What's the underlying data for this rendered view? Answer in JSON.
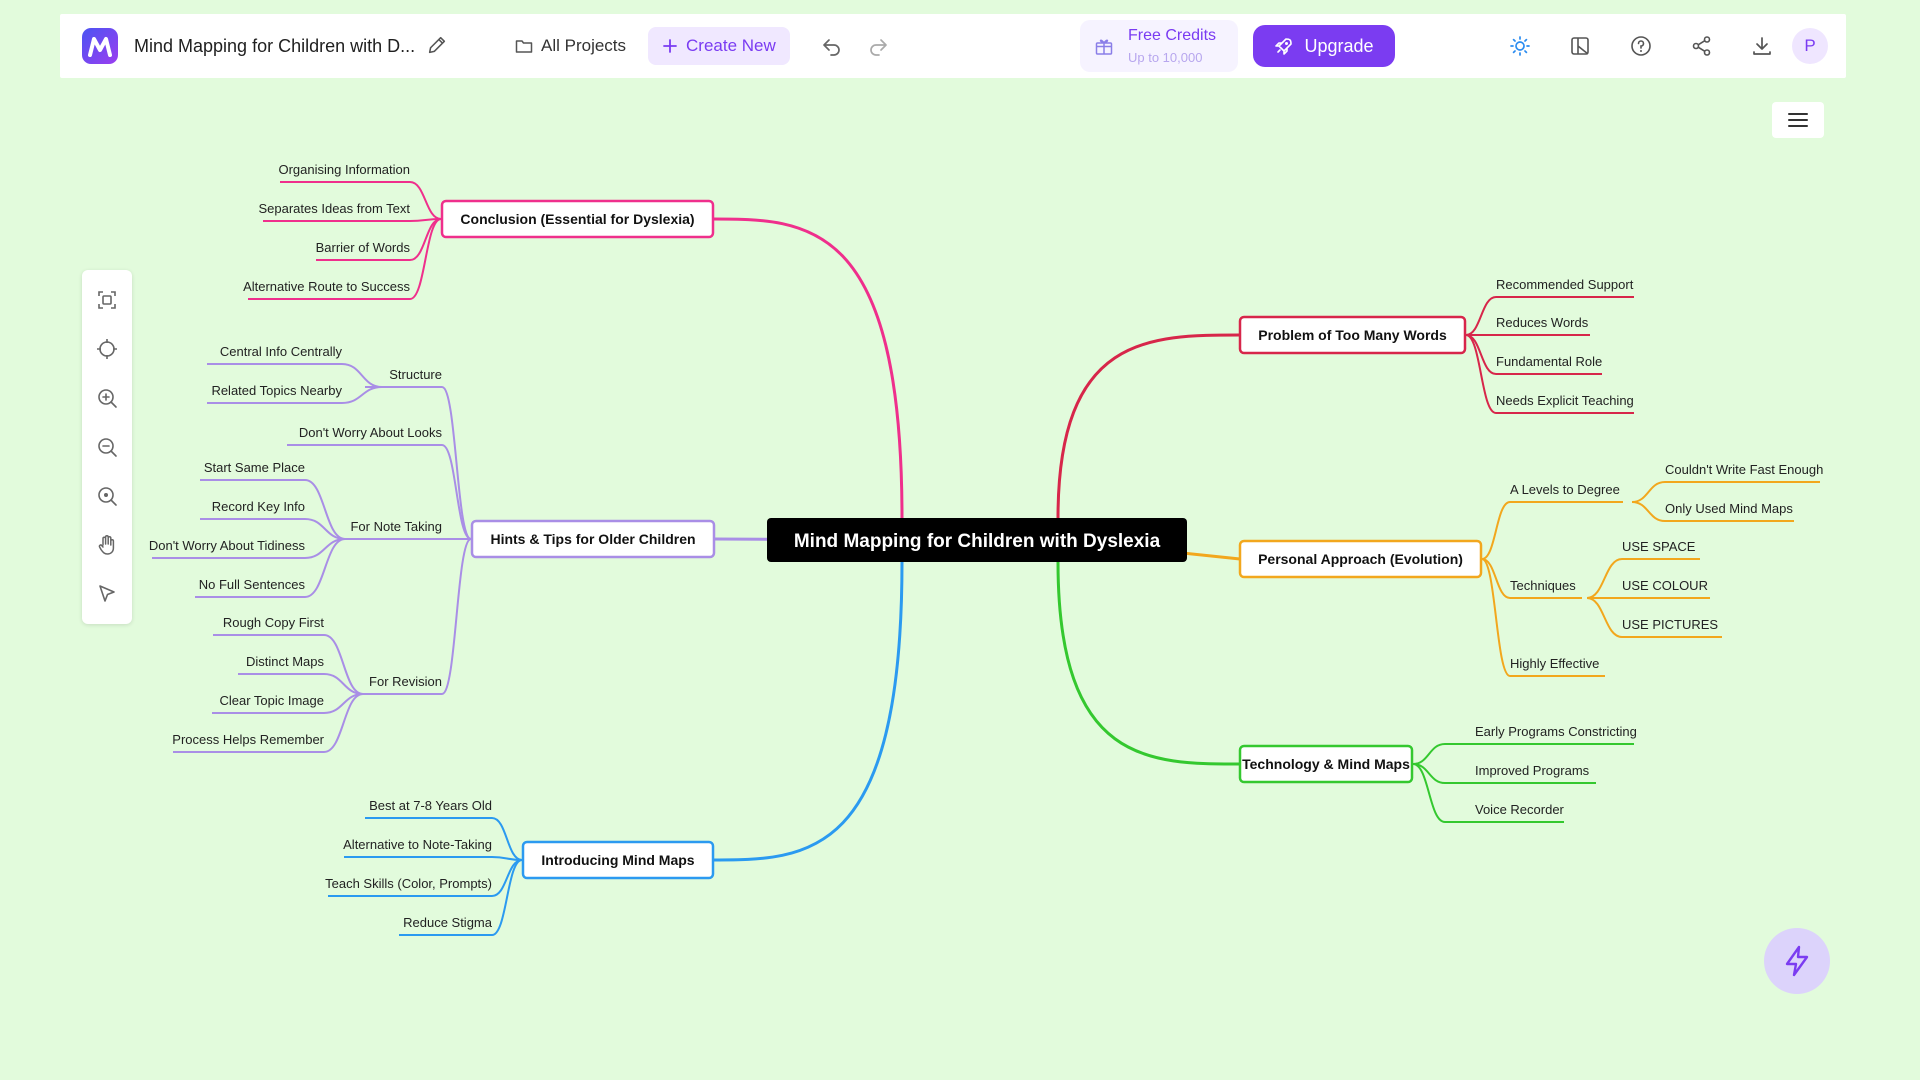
{
  "header": {
    "doc_title": "Mind Mapping for Children with D...",
    "all_projects": "All Projects",
    "create_new": "Create New",
    "credits_title": "Free Credits",
    "credits_sub": "Up to 10,000",
    "upgrade": "Upgrade",
    "avatar_initial": "P"
  },
  "colors": {
    "accent": "#7b3cf1",
    "background": "#e2fbdc",
    "branch_conclusion": "#ef2f8c",
    "branch_hints": "#a98ee6",
    "branch_intro": "#2b9af0",
    "branch_problem": "#d7264a",
    "branch_personal": "#f2a71d",
    "branch_technology": "#34c82f"
  },
  "mindmap": {
    "root": "Mind Mapping for Children with Dyslexia",
    "branches": [
      {
        "id": "conclusion",
        "label": "Conclusion (Essential for Dyslexia)",
        "color": "#ef2f8c",
        "children": [
          {
            "label": "Organising Information"
          },
          {
            "label": "Separates Ideas from Text"
          },
          {
            "label": "Barrier of Words"
          },
          {
            "label": "Alternative Route to Success"
          }
        ]
      },
      {
        "id": "hints",
        "label": "Hints & Tips for Older Children",
        "color": "#a98ee6",
        "children": [
          {
            "label": "Structure",
            "children": [
              {
                "label": "Central Info Centrally"
              },
              {
                "label": "Related Topics Nearby"
              }
            ]
          },
          {
            "label": "Don't Worry About Looks"
          },
          {
            "label": "For Note Taking",
            "children": [
              {
                "label": "Start Same Place"
              },
              {
                "label": "Record Key Info"
              },
              {
                "label": "Don't Worry About Tidiness"
              },
              {
                "label": "No Full Sentences"
              }
            ]
          },
          {
            "label": "For Revision",
            "children": [
              {
                "label": "Rough Copy First"
              },
              {
                "label": "Distinct Maps"
              },
              {
                "label": "Clear Topic Image"
              },
              {
                "label": "Process Helps Remember"
              }
            ]
          }
        ]
      },
      {
        "id": "intro",
        "label": "Introducing Mind Maps",
        "color": "#2b9af0",
        "children": [
          {
            "label": "Best at 7-8 Years Old"
          },
          {
            "label": "Alternative to Note-Taking"
          },
          {
            "label": "Teach Skills (Color, Prompts)"
          },
          {
            "label": "Reduce Stigma"
          }
        ]
      },
      {
        "id": "problem",
        "label": "Problem of Too Many Words",
        "color": "#d7264a",
        "children": [
          {
            "label": "Recommended Support"
          },
          {
            "label": "Reduces Words"
          },
          {
            "label": "Fundamental Role"
          },
          {
            "label": "Needs Explicit Teaching"
          }
        ]
      },
      {
        "id": "personal",
        "label": "Personal Approach (Evolution)",
        "color": "#f2a71d",
        "children": [
          {
            "label": "A Levels to Degree",
            "children": [
              {
                "label": "Couldn't Write Fast Enough"
              },
              {
                "label": "Only Used Mind Maps"
              }
            ]
          },
          {
            "label": "Techniques",
            "children": [
              {
                "label": "USE SPACE"
              },
              {
                "label": "USE COLOUR"
              },
              {
                "label": "USE PICTURES"
              }
            ]
          },
          {
            "label": "Highly Effective"
          }
        ]
      },
      {
        "id": "technology",
        "label": "Technology & Mind Maps",
        "color": "#34c82f",
        "children": [
          {
            "label": "Early Programs Constricting"
          },
          {
            "label": "Improved Programs"
          },
          {
            "label": "Voice Recorder"
          }
        ]
      }
    ]
  }
}
